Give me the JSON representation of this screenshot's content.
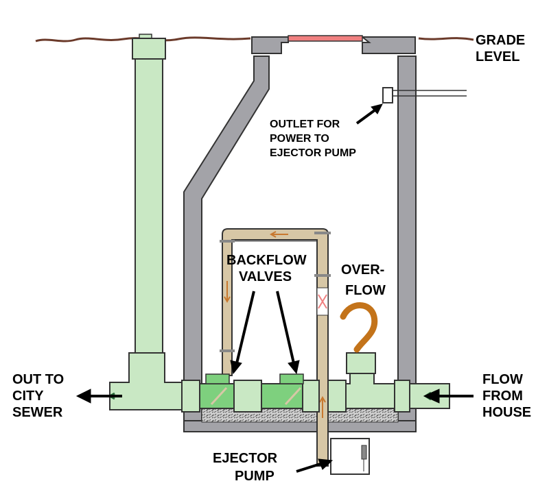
{
  "labels": {
    "grade": [
      "GRADE",
      "LEVEL"
    ],
    "outlet": [
      "OUTLET FOR",
      "POWER TO",
      "EJECTOR PUMP"
    ],
    "backflow": [
      "BACKFLOW",
      "VALVES"
    ],
    "overflow": [
      "OVER-",
      "FLOW"
    ],
    "out_to_sewer": [
      "OUT TO",
      "CITY",
      "SEWER"
    ],
    "flow_from_house": [
      "FLOW",
      "FROM",
      "HOUSE"
    ],
    "ejector_pump": [
      "EJECTOR",
      "PUMP"
    ]
  },
  "colors": {
    "pipe_green": "#c9e8c4",
    "valve_green": "#7ed07e",
    "concrete_gray": "#a3a3a8",
    "tan_pipe": "#d7c7a6",
    "flow_arrow": "#c8782e",
    "overflow_rope": "#c3731a",
    "hatch_red": "#f08080",
    "ground_line": "#6b3a2a"
  }
}
